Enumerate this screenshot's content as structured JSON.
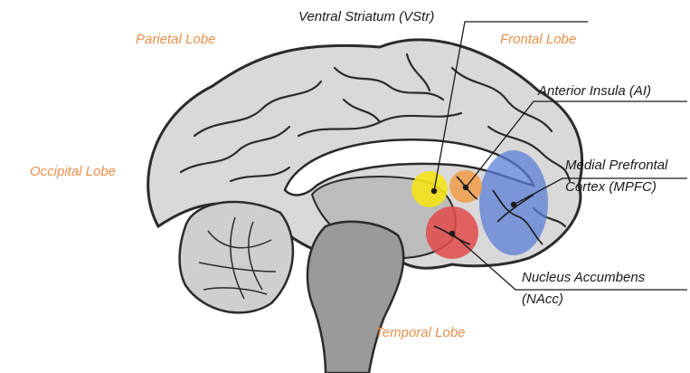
{
  "colors": {
    "lobe_label": "#e8904a",
    "region_label": "#1a1a1a",
    "brain_fill": "#d9d9d9",
    "brain_outline": "#2b2b2b",
    "brainstem_fill": "#9a9a9a",
    "vstr": "#f5e31a",
    "ai": "#f0a050",
    "nacc": "#e24b4b",
    "mpfc": "#5b7fd6"
  },
  "lobes": {
    "parietal": "Parietal Lobe",
    "frontal": "Frontal Lobe",
    "occipital": "Occipital Lobe",
    "temporal": "Temporal Lobe"
  },
  "regions": {
    "vstr": "Ventral Striatum (VStr)",
    "ai": "Anterior Insula (AI)",
    "mpfc_line1": "Medial Prefrontal",
    "mpfc_line2": "Cortex (MPFC)",
    "nacc_line1": "Nucleus Accumbens",
    "nacc_line2": "(NAcc)"
  }
}
